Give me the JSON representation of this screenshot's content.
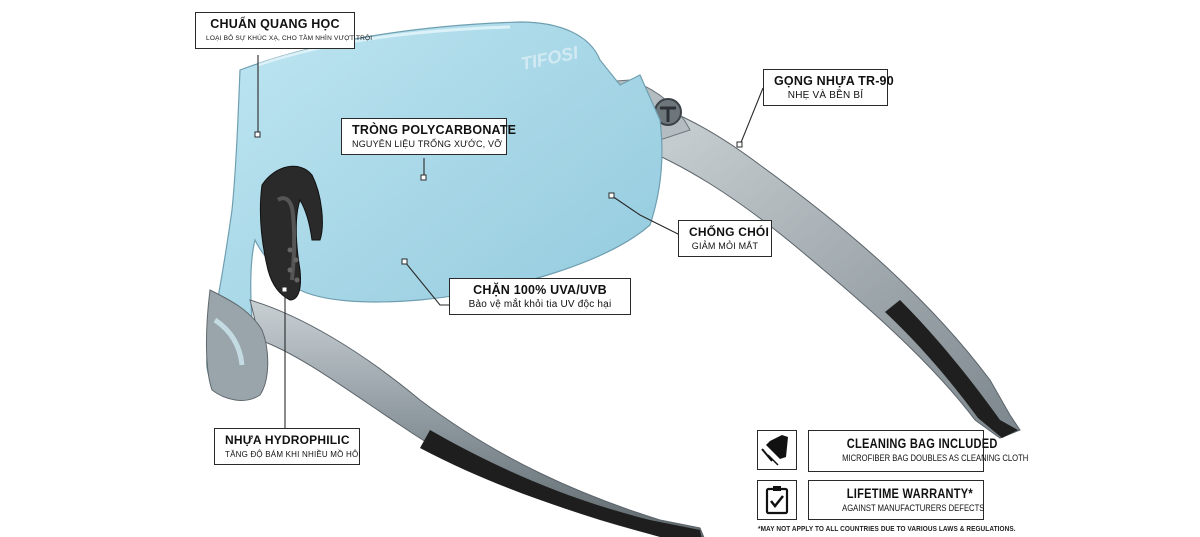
{
  "brand_mark": "TIFOSI",
  "features": {
    "optics": {
      "title": "CHUẨN QUANG HỌC",
      "subtitle": "LOẠI BỎ SỰ KHÚC XẠ, CHO TẦM NHÌN VƯỢT TRỘI"
    },
    "lens": {
      "title": "TRÒNG POLYCARBONATE",
      "subtitle": "NGUYÊN LIỆU TRỐNG XƯỚC, VỠ"
    },
    "frame": {
      "title": "GỌNG NHỰA TR-90",
      "subtitle": "NHẸ VÀ BỀN BỈ"
    },
    "glare": {
      "title": "CHỐNG CHÓI",
      "subtitle": "GIẢM MỎI MẮT"
    },
    "uv": {
      "title": "CHẶN 100% UVA/UVB",
      "subtitle": "Bảo vệ mắt khỏi tia UV độc hại"
    },
    "hydrophilic": {
      "title": "NHỰA HYDROPHILIC",
      "subtitle": "TĂNG ĐỘ BÁM KHI NHIỀU MỒ HÔI"
    }
  },
  "badges": {
    "cleaning": {
      "title": "CLEANING BAG INCLUDED",
      "subtitle": "MICROFIBER BAG DOUBLES AS CLEANING CLOTH",
      "icon": "cleaning-bag-icon"
    },
    "warranty": {
      "title": "LIFETIME WARRANTY*",
      "subtitle": "AGAINST MANUFACTURERS DEFECTS",
      "icon": "checklist-icon"
    }
  },
  "footnote": "*MAY NOT APPLY TO ALL COUNTRIES DUE TO VARIOUS LAWS & REGULATIONS.",
  "colors": {
    "lens": "#a9d8e8",
    "frame": "#8f9aa0",
    "rubber": "#1e1e1e",
    "outline": "#2a2a2a"
  }
}
